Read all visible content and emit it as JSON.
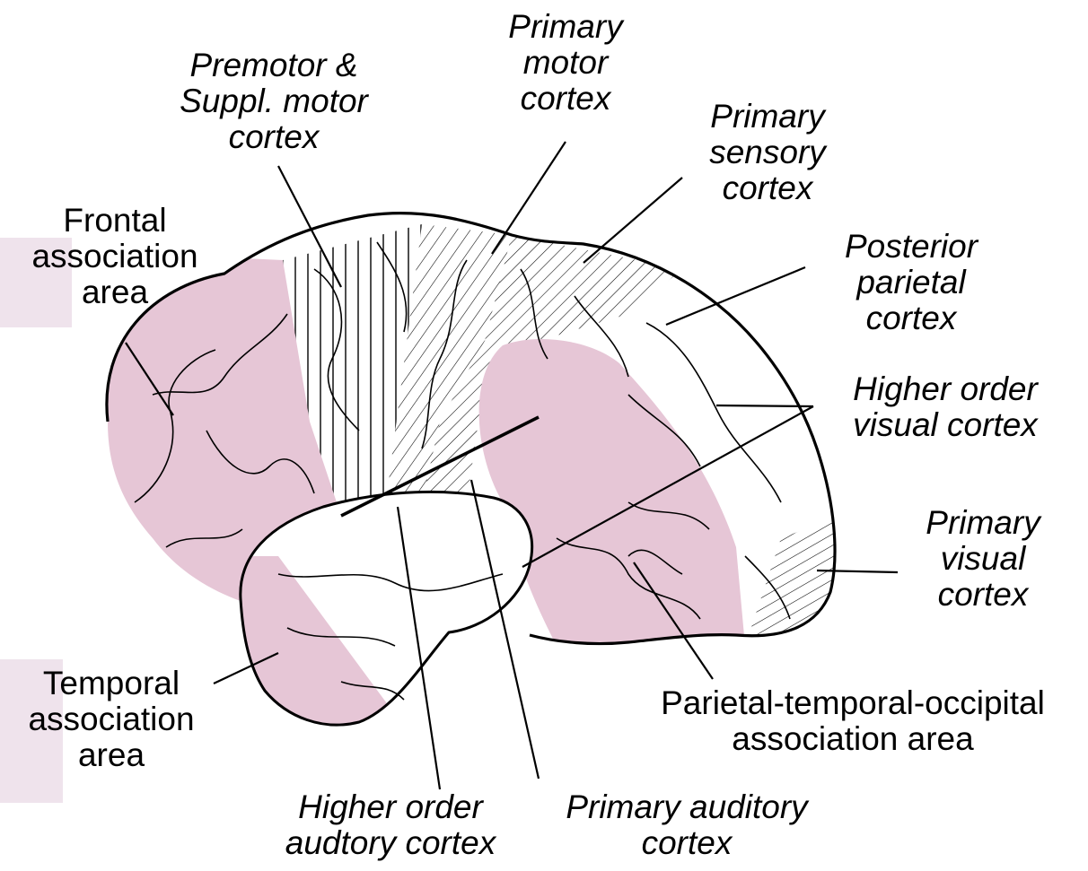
{
  "colors": {
    "association": "#e6c6d6",
    "outline": "#000000",
    "background": "#ffffff",
    "scan_tint": "#f0e6ee"
  },
  "labels": {
    "premotor": [
      "Premotor &",
      "Suppl. motor",
      "cortex"
    ],
    "primary_motor": [
      "Primary",
      "motor",
      "cortex"
    ],
    "primary_sensory": [
      "Primary",
      "sensory",
      "cortex"
    ],
    "frontal_association": [
      "Frontal",
      "association",
      "area"
    ],
    "posterior_parietal": [
      "Posterior",
      "parietal",
      "cortex"
    ],
    "higher_order_visual": [
      "Higher order",
      "visual cortex"
    ],
    "primary_visual": [
      "Primary",
      "visual",
      "cortex"
    ],
    "temporal_association": [
      "Temporal",
      "association",
      "area"
    ],
    "pto_association": [
      "Parietal-temporal-occipital",
      "association area"
    ],
    "higher_order_auditory": [
      "Higher order",
      "audtory cortex"
    ],
    "primary_auditory": [
      "Primary auditory",
      "cortex"
    ]
  }
}
